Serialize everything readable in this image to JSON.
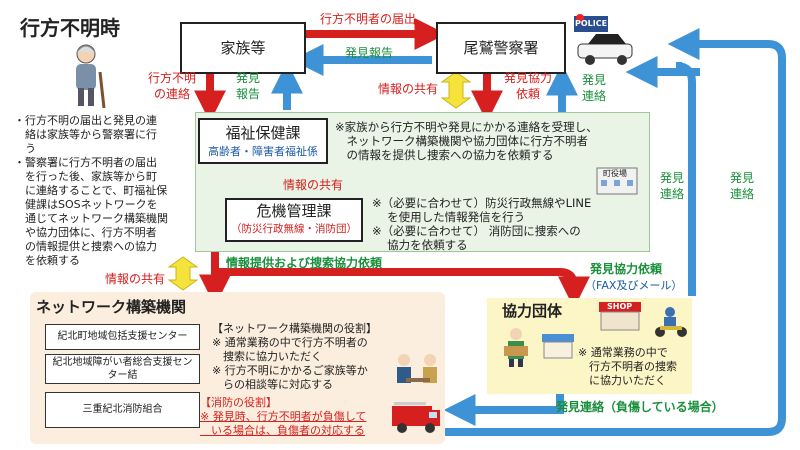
{
  "title": "行方不明時",
  "left_notes": [
    "・行方不明の届出と発見の連",
    "　絡は家族等から警察署に行",
    "　う",
    "・警察署に行方不明者の届出",
    "　を行った後、家族等から町",
    "　に連絡することで、町福祉保",
    "　健課はSOSネットワークを",
    "　通じてネットワーク構築機関",
    "　や協力団体に、行方不明者",
    "　の情報提供と捜索への協力",
    "　を依頼する"
  ],
  "nodes": {
    "family": "家族等",
    "police": "尾鷲警察署",
    "welfare": "福祉保健課",
    "welfare_sub": "高齢者・障害者福祉係",
    "crisis": "危機管理課",
    "crisis_sub": "（防災行政無線・消防団）",
    "network": "ネットワーク構築機関",
    "coop": "協力団体"
  },
  "orgs": [
    "紀北町地域包括支援センター",
    "紀北地域障がい者総合支援センター結",
    "三重紀北消防組合"
  ],
  "arrows": {
    "report_missing": "行方不明者の届出",
    "found_report": "発見報告",
    "missing_contact": "行方不明\nの連絡",
    "found_report_v": "発見\n報告",
    "info_share_1": "情報の共有",
    "found_coop_request": "発見協力\n依頼",
    "found_contact_1": "発見\n連絡",
    "info_share_2": "情報の共有",
    "info_share_3": "情報の共有",
    "info_provide": "情報提供および捜索協力依頼",
    "found_coop_fax": "発見協力依頼",
    "fax_mail": "（FAX及びメール）",
    "found_contact_2": "発見\n連絡",
    "found_contact_3": "発見\n連絡",
    "found_contact_injured": "発見連絡（負傷している場合）"
  },
  "welfare_desc": [
    "※家族から行方不明や発見にかかる連絡を受理し、",
    "　ネットワーク構築機関や協力団体に行方不明者",
    "　の情報を提供し捜索への協力を依頼する"
  ],
  "crisis_desc": [
    "※（必要に合わせて）防災行政無線やLINE",
    "　 を使用した情報発信を行う",
    "※（必要に合わせて） 消防団に捜索への",
    "　 協力を依頼する"
  ],
  "network_role": {
    "heading": "【ネットワーク構築機関の役割】",
    "lines": [
      "※ 通常業務の中で行方不明者の",
      "　捜索に協力いただく",
      "※ 行方不明にかかるご家族等か",
      "　らの相談等に対応する"
    ]
  },
  "fire_role": {
    "heading": "【消防の役割】",
    "lines": [
      "※ 発見時、行方不明者が負傷して",
      "　いる場合は、負傷者の対応する"
    ]
  },
  "coop_desc": [
    "※ 通常業務の中で",
    "　行方不明者の捜索",
    "　に協力いただく"
  ],
  "town_hall": "町役場",
  "police_label": "POLICE",
  "shop_label": "SHOP",
  "colors": {
    "red": "#d6201f",
    "blue": "#3e93d6",
    "yellow": "#f5e23b",
    "green": "#1a8f3c",
    "navy": "#1a5aa6"
  }
}
